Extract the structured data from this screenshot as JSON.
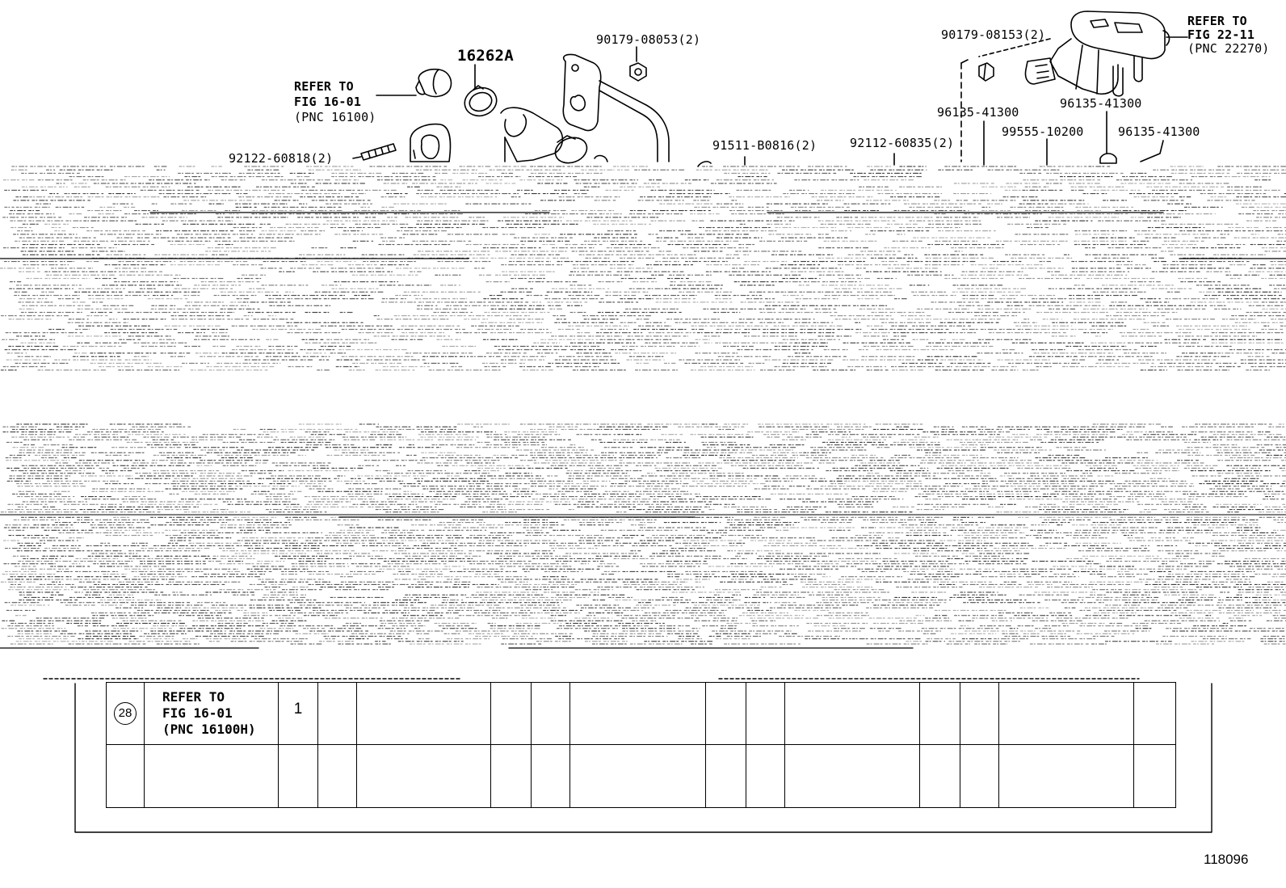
{
  "labels": {
    "p16262a": "16262A",
    "p90179_08053": "90179-08053(2)",
    "p90179_08153": "90179-08153(2)",
    "p92122_60818": "92122-60818(2)",
    "p91511_b0816": "91511-B0816(2)",
    "p92112_60835": "92112-60835(2)",
    "p96135_a": "96135-41300",
    "p96135_b": "96135-41300",
    "p96135_c": "96135-41300",
    "p99555_10200": "99555-10200"
  },
  "refer_left": {
    "line1": "REFER TO",
    "line2": "FIG 16-01",
    "line3": "(PNC 16100)"
  },
  "refer_right": {
    "line1": "REFER TO",
    "line2": "FIG 22-11",
    "line3": "(PNC 22270)"
  },
  "legend_row": {
    "number": "28",
    "line1": "REFER TO",
    "line2": "FIG 16-01",
    "line3": "(PNC 16100H)",
    "qty": "1"
  },
  "figure_id": "118096"
}
